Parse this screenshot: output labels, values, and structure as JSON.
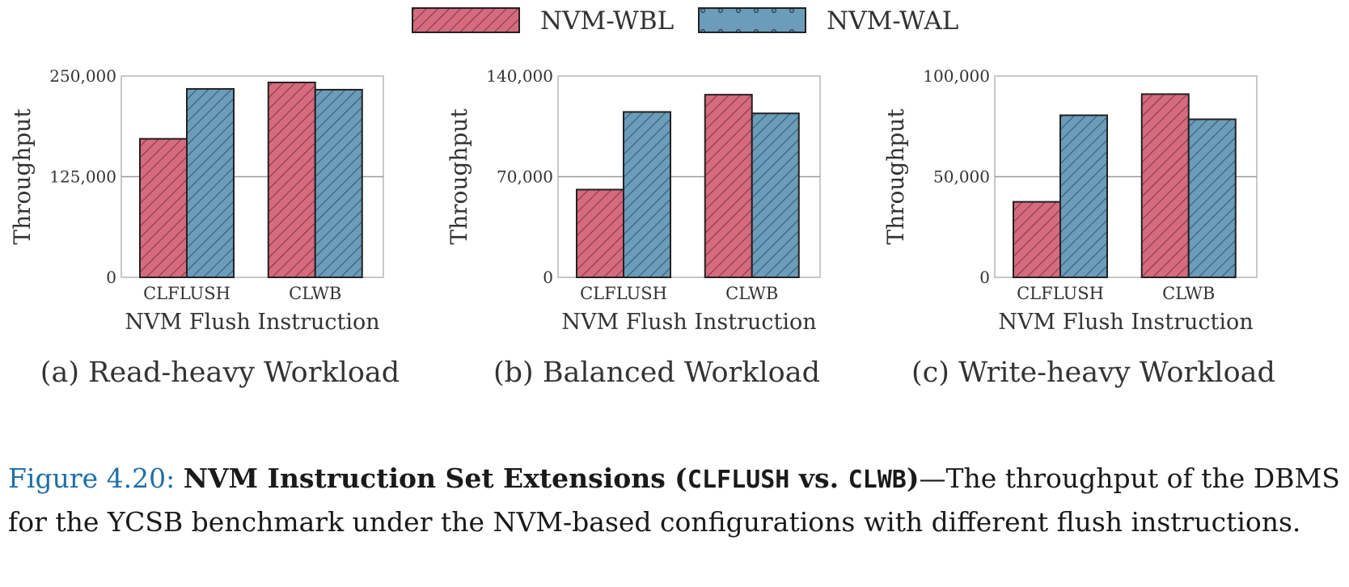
{
  "legend": [
    {
      "name": "NVM-WBL",
      "color": "#d66a7e",
      "pattern": "hatch"
    },
    {
      "name": "NVM-WAL",
      "color": "#6b9cb9",
      "pattern": "hatch"
    }
  ],
  "chart_data": [
    {
      "type": "bar",
      "title": "(a) Read-heavy Workload",
      "xlabel": "NVM Flush Instruction",
      "ylabel": "Throughput",
      "categories": [
        "CLFLUSH",
        "CLWB"
      ],
      "series": [
        {
          "name": "NVM-WBL",
          "values": [
            172000,
            242000
          ]
        },
        {
          "name": "NVM-WAL",
          "values": [
            234000,
            233000
          ]
        }
      ],
      "ylim": [
        0,
        250000
      ],
      "yticks": [
        0,
        125000,
        250000
      ],
      "ytick_labels": [
        "0",
        "125,000",
        "250,000"
      ],
      "grid": true
    },
    {
      "type": "bar",
      "title": "(b) Balanced Workload",
      "xlabel": "NVM Flush Instruction",
      "ylabel": "Throughput",
      "categories": [
        "CLFLUSH",
        "CLWB"
      ],
      "series": [
        {
          "name": "NVM-WBL",
          "values": [
            61000,
            127000
          ]
        },
        {
          "name": "NVM-WAL",
          "values": [
            115000,
            114000
          ]
        }
      ],
      "ylim": [
        0,
        140000
      ],
      "yticks": [
        0,
        70000,
        140000
      ],
      "ytick_labels": [
        "0",
        "70,000",
        "140,000"
      ],
      "grid": true
    },
    {
      "type": "bar",
      "title": "(c) Write-heavy Workload",
      "xlabel": "NVM Flush Instruction",
      "ylabel": "Throughput",
      "categories": [
        "CLFLUSH",
        "CLWB"
      ],
      "series": [
        {
          "name": "NVM-WBL",
          "values": [
            37500,
            91000
          ]
        },
        {
          "name": "NVM-WAL",
          "values": [
            80500,
            78500
          ]
        }
      ],
      "ylim": [
        0,
        100000
      ],
      "yticks": [
        0,
        50000,
        100000
      ],
      "ytick_labels": [
        "0",
        "50,000",
        "100,000"
      ],
      "grid": true
    }
  ],
  "caption": {
    "figure_label": "Figure 4.20:",
    "bold_prefix": "NVM Instruction Set Extensions (",
    "mono_1": "CLFLUSH",
    "bold_mid": " vs. ",
    "mono_2": "CLWB",
    "bold_suffix": ")",
    "body": "—The throughput of the DBMS for the YCSB benchmark under the NVM-based configurations with different flush instructions."
  }
}
